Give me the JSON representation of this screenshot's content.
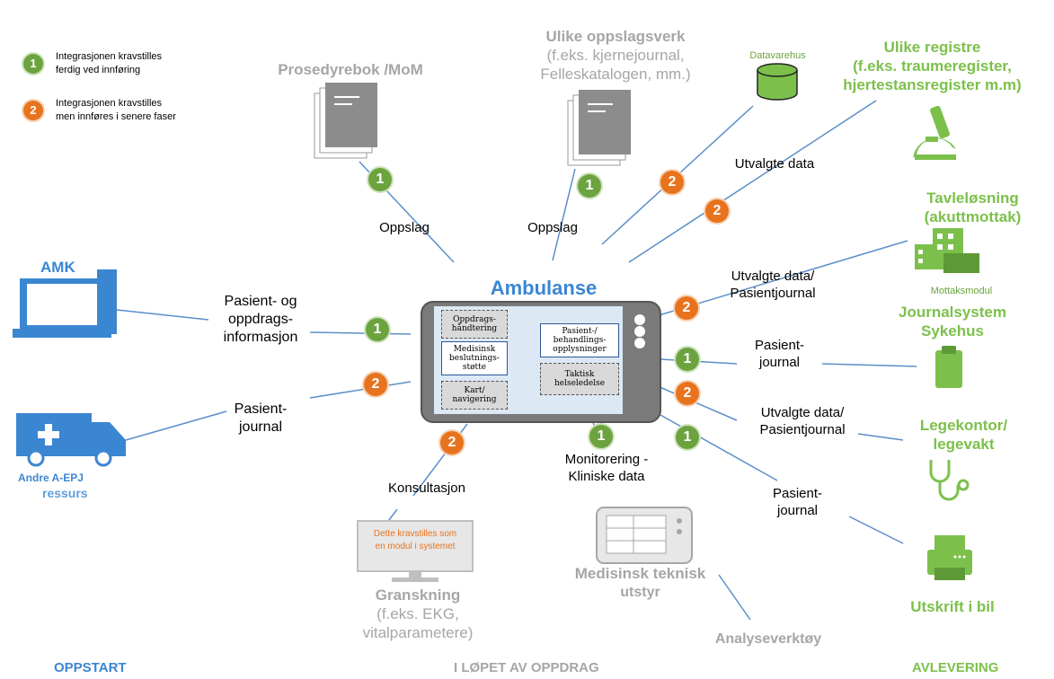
{
  "legend": {
    "item1": {
      "badge": "1",
      "line1": "Integrasjonen kravstilles",
      "line2": "ferdig ved innføring"
    },
    "item2": {
      "badge": "2",
      "line1": "Integrasjonen kravstilles",
      "line2": "men innføres i senere faser"
    }
  },
  "center": {
    "title": "Ambulanse",
    "modules": {
      "oppdrag": "Oppdrags-håndtering",
      "beslutning": "Medisinsk beslutnings-støtte",
      "kart": "Kart/ navigering",
      "pasient": "Pasient-/ behandlings-opplysninger",
      "taktisk": "Taktisk helseledelse"
    }
  },
  "nodes": {
    "prosedyrebok": "Prosedyrebok /MoM",
    "oppslagsverk": {
      "line1": "Ulike oppslagsverk",
      "line2": "(f.eks. kjernejournal,",
      "line3": "Felleskatalogen, mm.)"
    },
    "datavarehus": "Datavarehus",
    "registre": {
      "line1": "Ulike registre",
      "line2": "(f.eks. traumeregister,",
      "line3": "hjertestansregister m.m)"
    },
    "tavle": {
      "line1": "Tavleløsning",
      "line2": "(akuttmottak)"
    },
    "mottaksmodul": "Mottaksmodul",
    "journalsystem": {
      "line1": "Journalsystem",
      "line2": "Sykehus"
    },
    "legekontor": {
      "line1": "Legekontor/",
      "line2": "legevakt"
    },
    "utskrift": "Utskrift i bil",
    "amk": "AMK",
    "andre": "Andre A-EPJ",
    "ressurs": "ressurs",
    "granskning": {
      "line1": "Granskning",
      "line2": "(f.eks. EKG,",
      "line3": "vitalparametere)"
    },
    "granskning_note": {
      "line1": "Dette kravstilles som",
      "line2": "en modul i systemet"
    },
    "medisinsk": {
      "line1": "Medisinsk teknisk",
      "line2": "utstyr"
    },
    "analyse": "Analyseverktøy"
  },
  "labels": {
    "oppslag1": "Oppslag",
    "oppslag2": "Oppslag",
    "utvalgte": "Utvalgte data",
    "utvalgte_pj1": {
      "line1": "Utvalgte data/",
      "line2": "Pasientjournal"
    },
    "pasientjournal_right": {
      "line1": "Pasient-",
      "line2": "journal"
    },
    "utvalgte_pj2": {
      "line1": "Utvalgte data/",
      "line2": "Pasientjournal"
    },
    "pasientjournal_bottom": {
      "line1": "Pasient-",
      "line2": "journal"
    },
    "pasient_oppdrag": {
      "line1": "Pasient- og",
      "line2": "oppdrags-",
      "line3": "informasjon"
    },
    "pasientjournal_left": {
      "line1": "Pasient-",
      "line2": "journal"
    },
    "konsultasjon": "Konsultasjon",
    "monitorering": {
      "line1": "Monitorering -",
      "line2": "Kliniske data"
    }
  },
  "badges": {
    "prosedyre": "1",
    "oppslag": "1",
    "datavarehus": "2",
    "registre": "2",
    "tavle": "2",
    "journal": "1",
    "lege": "2",
    "utskrift": "1",
    "amk": "1",
    "andre": "2",
    "granskning": "2",
    "medisinsk": "1"
  },
  "footer": {
    "left": "OPPSTART",
    "middle": "I LØPET AV OPPDRAG",
    "right": "AVLEVERING"
  },
  "colors": {
    "green": "#7cc04b",
    "orange": "#e8731e",
    "blue": "#3b86d1",
    "gray": "#a6a6a6"
  }
}
